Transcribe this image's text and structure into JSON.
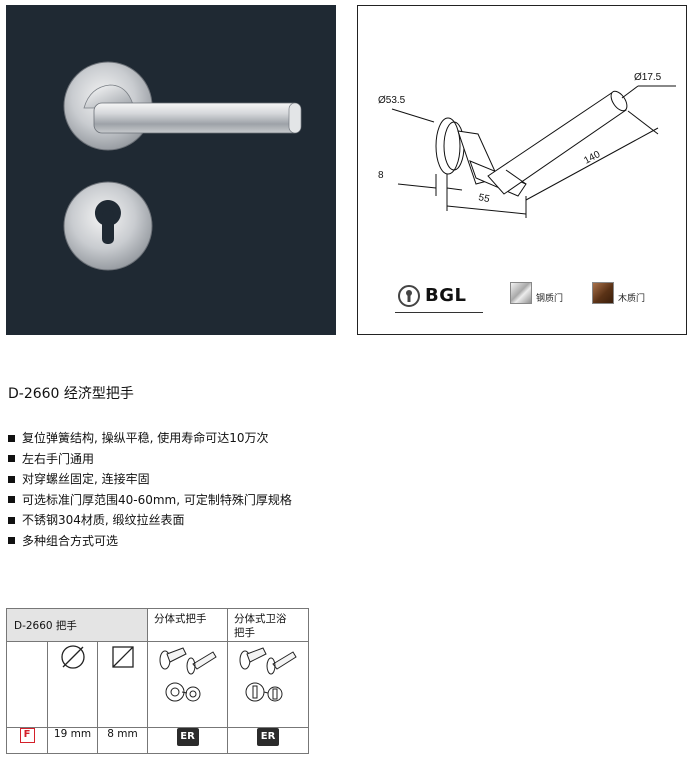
{
  "drawing": {
    "dim_rose": "Ø53.5",
    "dim_grip": "Ø17.5",
    "dim_length": "140",
    "dim_projection": "55",
    "dim_rose_depth": "8"
  },
  "legend": {
    "brand": "BGL",
    "steel_door": "钢质门",
    "wood_door": "木质门"
  },
  "product": {
    "title": "D-2660 经济型把手",
    "features": [
      "复位弹簧结构, 操纵平稳, 使用寿命可达10万次",
      "左右手门通用",
      "对穿螺丝固定, 连接牢固",
      "可选标准门厚范围40-60mm, 可定制特殊门厚规格",
      "不锈钢304材质, 缎纹拉丝表面",
      "多种组合方式可选"
    ]
  },
  "table": {
    "name": "D-2660 把手",
    "col_split_line1": "分体式把手",
    "col_bath_line1": "分体式卫浴",
    "col_bath_line2": "把手",
    "finish_code": "F",
    "diameter_value": "19 mm",
    "square_value": "8 mm",
    "er_split": "ER",
    "er_bath": "ER"
  }
}
